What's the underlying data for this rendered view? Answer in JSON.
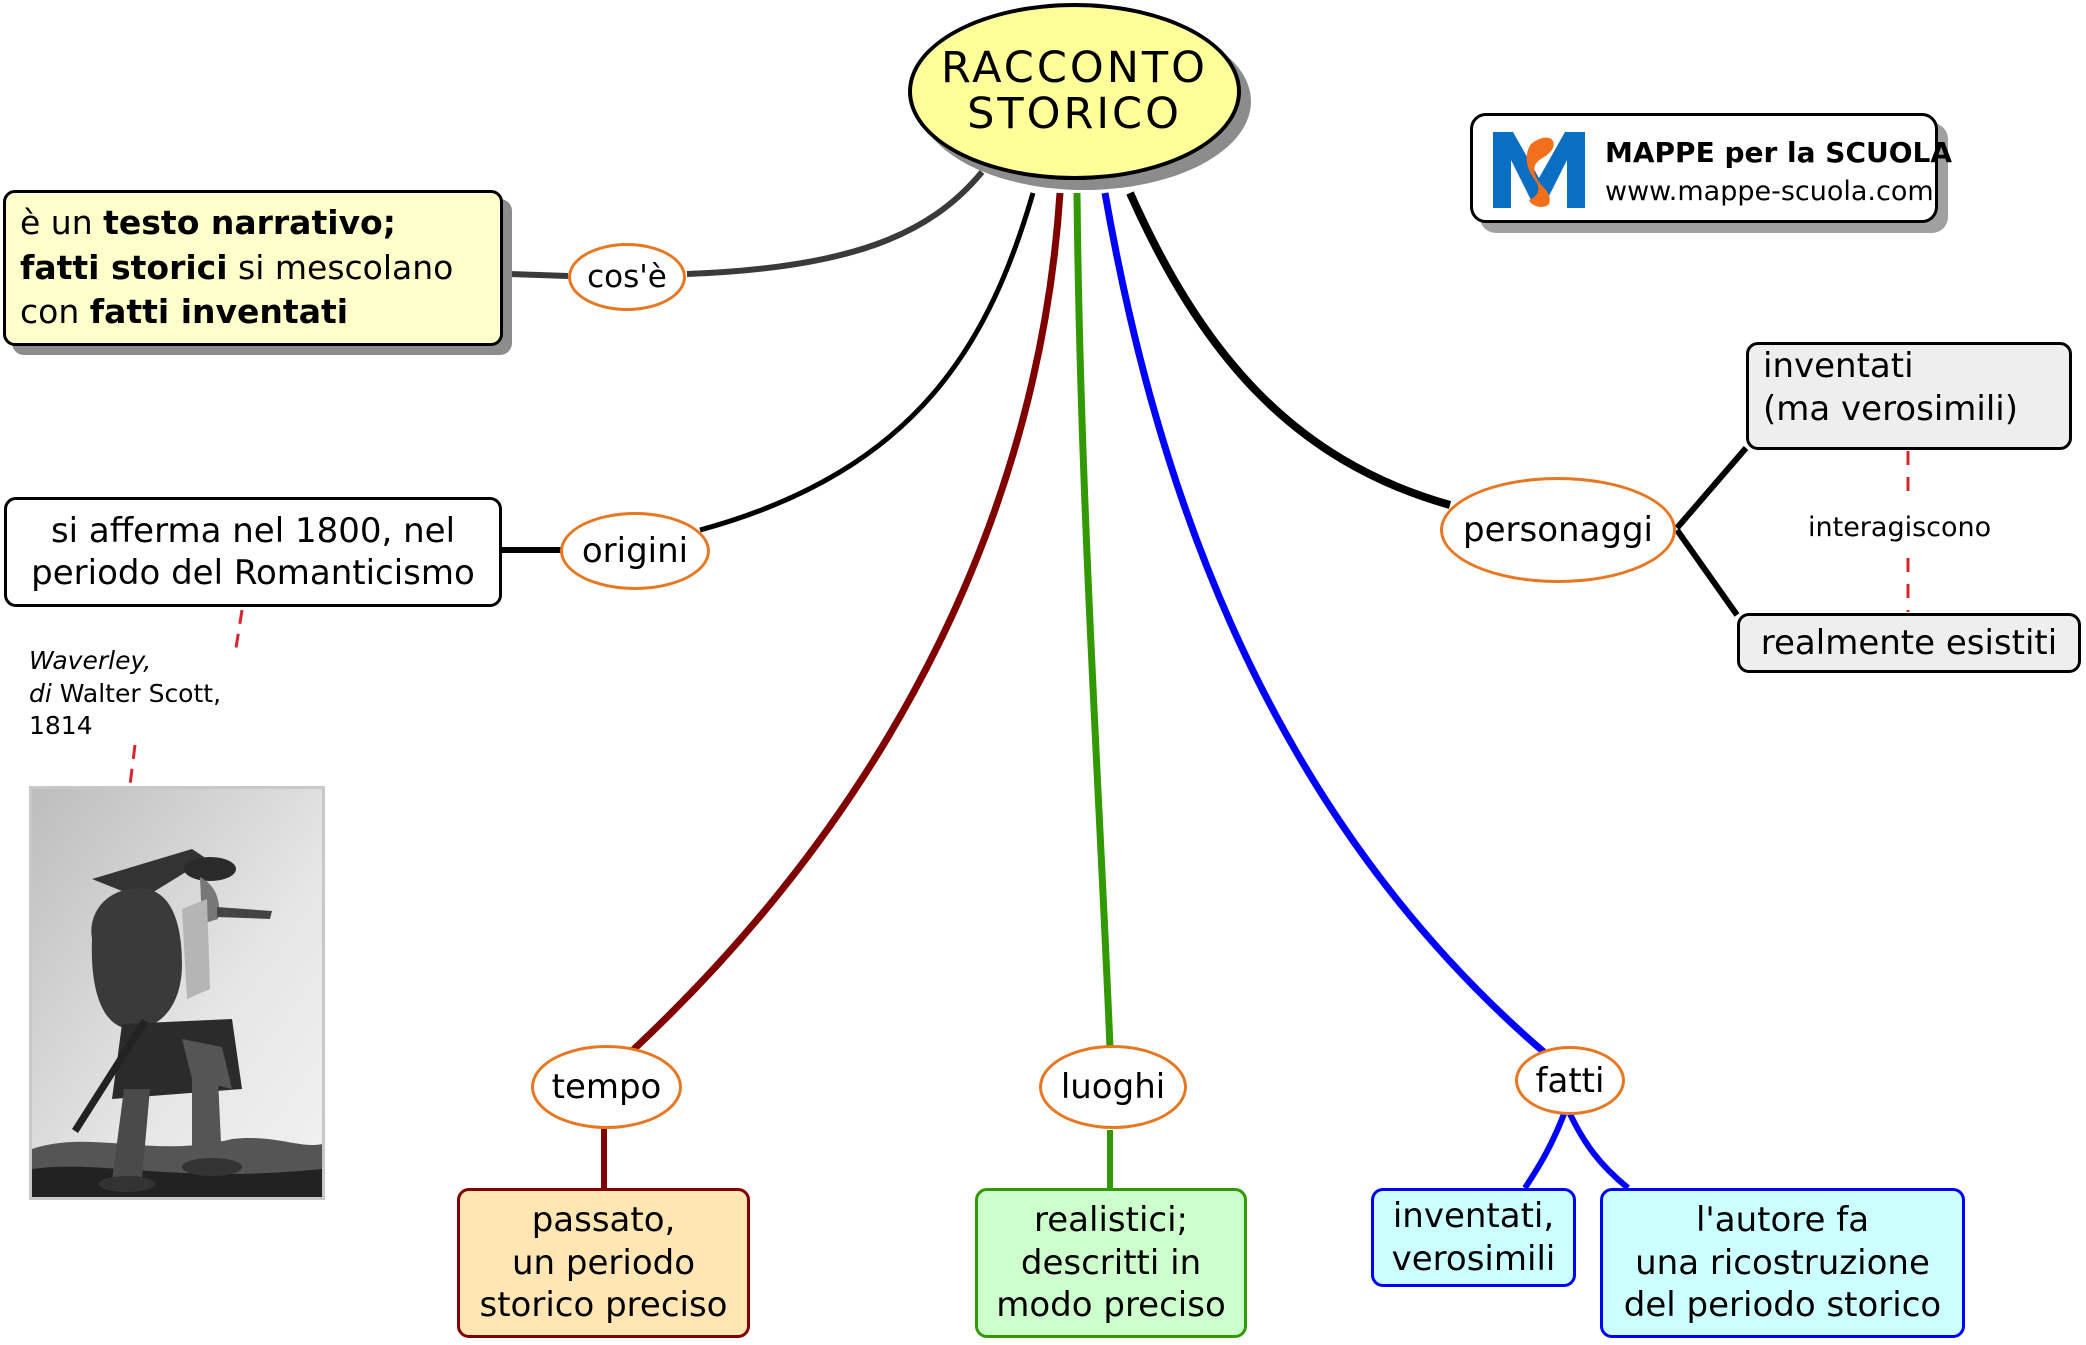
{
  "central": {
    "line1": "RACCONTO",
    "line2": "STORICO"
  },
  "logo": {
    "title": "MAPPE per la SCUOLA",
    "url": "www.mappe-scuola.com",
    "icon": "mappe-m-logo"
  },
  "colors": {
    "central_fill": "#ffff99",
    "oval_border": "#e87722",
    "tempo_branch": "#800000",
    "luoghi_branch": "#339900",
    "fatti_branch": "#0000ff",
    "black_branch": "#000000",
    "cose_branch": "#3a3a3a",
    "dashed_link": "#d9232d"
  },
  "cose": {
    "label": "cos'è",
    "box": {
      "parts": [
        {
          "text": "è un ",
          "bold": false
        },
        {
          "text": "testo narrativo;",
          "bold": true
        },
        {
          "br": true
        },
        {
          "text": "fatti storici",
          "bold": true
        },
        {
          "text": " si mescolano",
          "bold": false
        },
        {
          "br": true
        },
        {
          "text": "con ",
          "bold": false
        },
        {
          "text": "fatti inventati",
          "bold": true
        }
      ]
    }
  },
  "origini": {
    "label": "origini",
    "box_line1": "si afferma nel 1800, nel",
    "box_line2": "periodo del Romanticismo",
    "example": {
      "title": "Waverley,",
      "prefix": "di",
      "author": " Walter Scott,",
      "year": "1814"
    },
    "image_alt": "illustration of a Highland soldier from Waverley"
  },
  "personaggi": {
    "label": "personaggi",
    "child1_line1": "inventati",
    "child1_line2": "(ma verosimili)",
    "child2": "realmente esistiti",
    "relation": "interagiscono"
  },
  "tempo": {
    "label": "tempo",
    "box_lines": [
      "passato,",
      "un periodo",
      "storico preciso"
    ]
  },
  "luoghi": {
    "label": "luoghi",
    "box_lines": [
      "realistici;",
      "descritti in",
      "modo preciso"
    ]
  },
  "fatti": {
    "label": "fatti",
    "child1_lines": [
      "inventati,",
      "verosimili"
    ],
    "child2_lines": [
      "l'autore fa",
      "una ricostruzione",
      "del periodo storico"
    ]
  }
}
